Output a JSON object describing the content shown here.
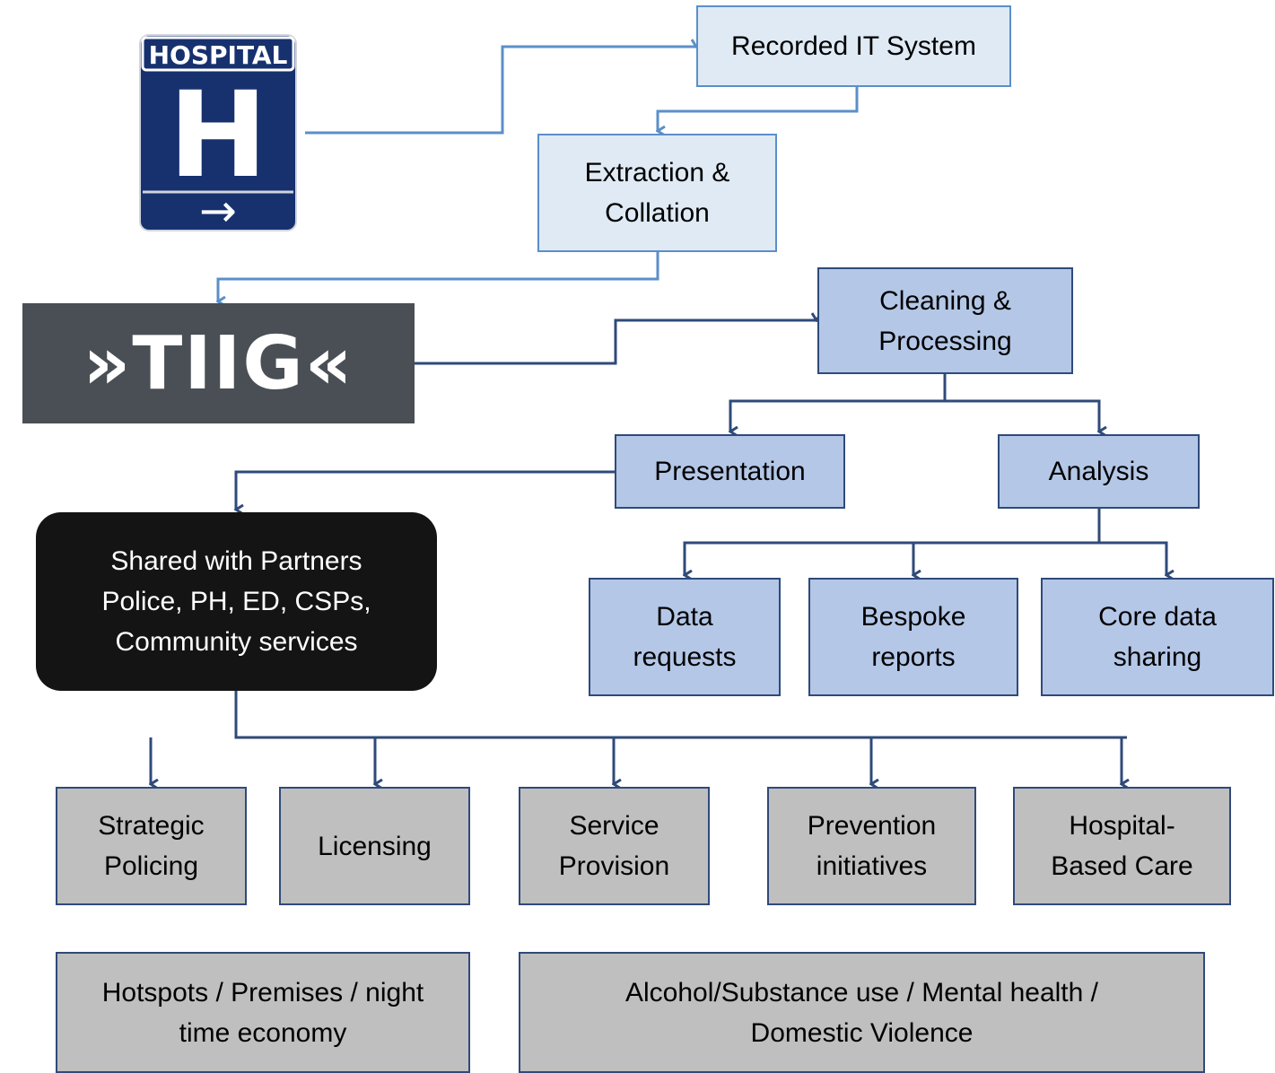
{
  "hospital_sign": {
    "heading": "HOSPITAL",
    "letter": "H",
    "arrow_glyph": "→",
    "colors": {
      "sign": "#17316f",
      "text": "#ffffff"
    }
  },
  "tiig_logo": {
    "text": "»TIIG«"
  },
  "nodes": {
    "recorded": "Recorded IT System",
    "extraction": "Extraction &\nCollation",
    "cleaning": "Cleaning &\nProcessing",
    "presentation": "Presentation",
    "analysis": "Analysis",
    "data_requests": "Data\nrequests",
    "bespoke": "Bespoke\nreports",
    "core": "Core data\nsharing",
    "shared": "Shared with Partners\nPolice, PH, ED, CSPs,\nCommunity services",
    "strategic": "Strategic\nPolicing",
    "licensing": "Licensing",
    "service": "Service\nProvision",
    "prevention": "Prevention\ninitiatives",
    "hospital_care": "Hospital-\nBased Care",
    "hotspots": "Hotspots / Premises / night\ntime economy",
    "alcohol": "Alcohol/Substance use / Mental health /\nDomestic Violence"
  },
  "colors": {
    "light_fill": "#dfeaf5",
    "light_line": "#5b8fc9",
    "mid_fill": "#b4c7e7",
    "dark_line": "#2f4a7a",
    "grey_fill": "#bfbfbf",
    "black_box": "#141414"
  }
}
